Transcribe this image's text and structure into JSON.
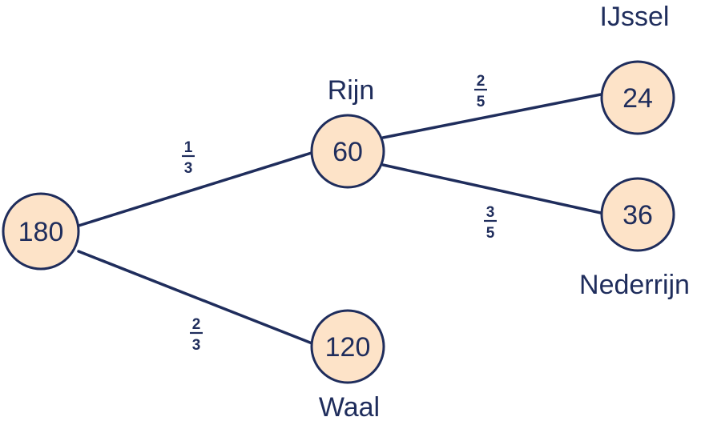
{
  "diagram": {
    "nodes": {
      "root": {
        "value": "180"
      },
      "rijn": {
        "value": "60",
        "label": "Rijn"
      },
      "waal": {
        "value": "120",
        "label": "Waal"
      },
      "ijssel": {
        "value": "24",
        "label": "IJssel"
      },
      "nederrijn": {
        "value": "36",
        "label": "Nederrijn"
      }
    },
    "edges": {
      "root_rijn": {
        "num": "1",
        "den": "3"
      },
      "root_waal": {
        "num": "2",
        "den": "3"
      },
      "rijn_ijssel": {
        "num": "2",
        "den": "5"
      },
      "rijn_nederrijn": {
        "num": "3",
        "den": "5"
      }
    },
    "colors": {
      "line": "#1f2d5c",
      "node_fill": "#fde3c8",
      "text": "#1f2d5c"
    }
  }
}
